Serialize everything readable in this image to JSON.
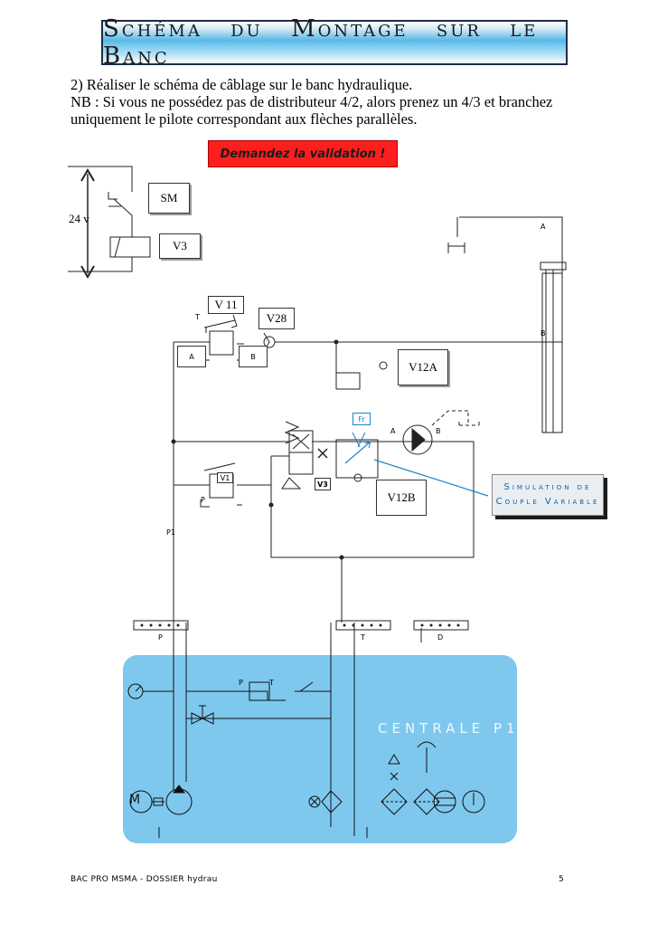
{
  "title": "Schéma du Montage sur le Banc",
  "instructions": {
    "line1": "2) Réaliser le schéma de câblage sur le banc hydraulique.",
    "line2": "NB : Si vous ne possédez pas de distributeur 4/2, alors prenez un 4/3 et branchez",
    "line3": "uniquement le pilote correspondant aux flèches parallèles."
  },
  "validation_label": "Demandez la validation !",
  "electric": {
    "voltage": "24 v",
    "switch_label": "SM",
    "coil_label": "V3"
  },
  "components": {
    "v11": "V 11",
    "v28": "V28",
    "v12a": "V12A",
    "v12b": "V12B",
    "v3": "V3",
    "v1": "V1",
    "fr": "Fr",
    "cyl_a": "A",
    "cyl_b": "B",
    "port_a": "A",
    "port_b": "B",
    "port_t": "T",
    "port_p": "P",
    "port_p1": "P1",
    "motor_a": "A",
    "motor_b": "B"
  },
  "simulation": {
    "line1": "Simulation de",
    "line2": "Couple Variable"
  },
  "connectors": {
    "p": "P",
    "t": "T",
    "d": "D"
  },
  "centrale": {
    "title": "CENTRALE P1",
    "motor": "M",
    "port_p": "P",
    "port_t": "T"
  },
  "footer": {
    "left": "BAC PRO MSMA - DOSSIER hydrau",
    "page": "5"
  }
}
